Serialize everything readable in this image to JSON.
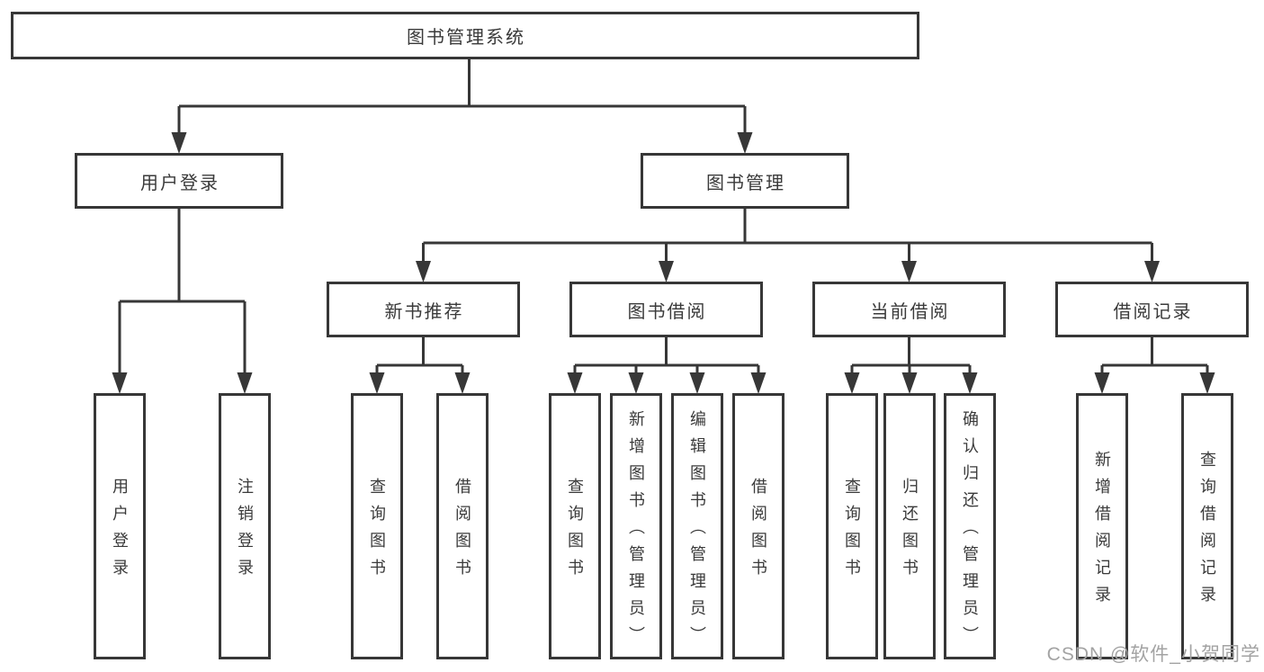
{
  "colors": {
    "background": "#ffffff",
    "line": "#373737",
    "box_border": "#373737",
    "text": "#3a3a3a",
    "watermark": "#a3a3a3"
  },
  "diagram": {
    "root": {
      "label": "图书管理系统"
    },
    "user_login": {
      "label": "用户登录",
      "children": [
        "用户登录",
        "注销登录"
      ]
    },
    "book_management": {
      "label": "图书管理",
      "new_book_recommend": {
        "label": "新书推荐",
        "children": [
          "查询图书",
          "借阅图书"
        ]
      },
      "book_borrow": {
        "label": "图书借阅",
        "children": [
          "查询图书",
          "新增图书（管理员）",
          "编辑图书（管理员）",
          "借阅图书"
        ]
      },
      "current_borrow": {
        "label": "当前借阅",
        "children": [
          "查询图书",
          "归还图书",
          "确认归还（管理员）"
        ]
      },
      "borrow_record": {
        "label": "借阅记录",
        "children": [
          "新增借阅记录",
          "查询借阅记录"
        ]
      }
    }
  },
  "watermark": {
    "text": "CSDN @软件_小贺同学"
  }
}
